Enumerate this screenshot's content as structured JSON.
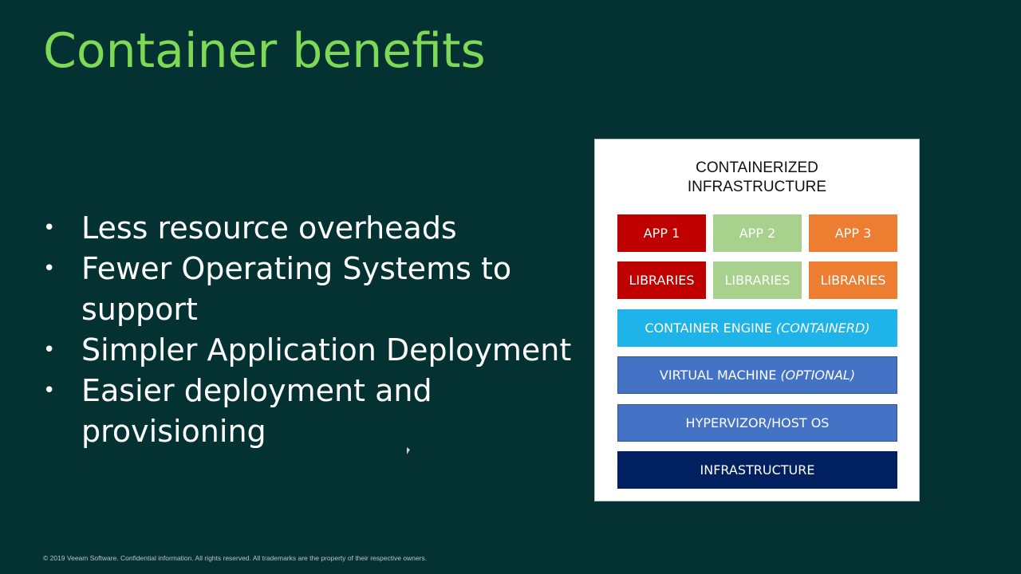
{
  "slide": {
    "title": "Container benefits",
    "bullets": [
      {
        "marker": "•",
        "text": "Less resource overheads"
      },
      {
        "marker": "•",
        "text": "Fewer Operating Systems to support"
      },
      {
        "marker": "•",
        "text": "Simpler Application Deployment"
      },
      {
        "marker": "•",
        "text": "Easier deployment and provisioning"
      }
    ],
    "footer": "© 2019 Veeam Software. Confidential information. All rights reserved. All trademarks are the property of their respective owners."
  },
  "diagram": {
    "title_line1": "CONTAINERIZED",
    "title_line2": "INFRASTRUCTURE",
    "apps": [
      "APP 1",
      "APP 2",
      "APP 3"
    ],
    "libraries": [
      "LIBRARIES",
      "LIBRARIES",
      "LIBRARIES"
    ],
    "engine": {
      "label": "CONTAINER ENGINE",
      "note": "(CONTAINERD)"
    },
    "vm": {
      "label": "VIRTUAL MACHINE",
      "note": "(OPTIONAL)"
    },
    "hypervisor": "HYPERVIZOR/HOST OS",
    "infrastructure": "INFRASTRUCTURE"
  },
  "colors": {
    "background": "#043232",
    "title": "#7ed957",
    "app1": "#c00000",
    "app2": "#a9d18e",
    "app3": "#ed7d31",
    "engine": "#1eb4ea",
    "vm": "#4472c4",
    "infrastructure": "#002060"
  },
  "icons": {
    "cursor": "mouse-pointer-icon"
  }
}
